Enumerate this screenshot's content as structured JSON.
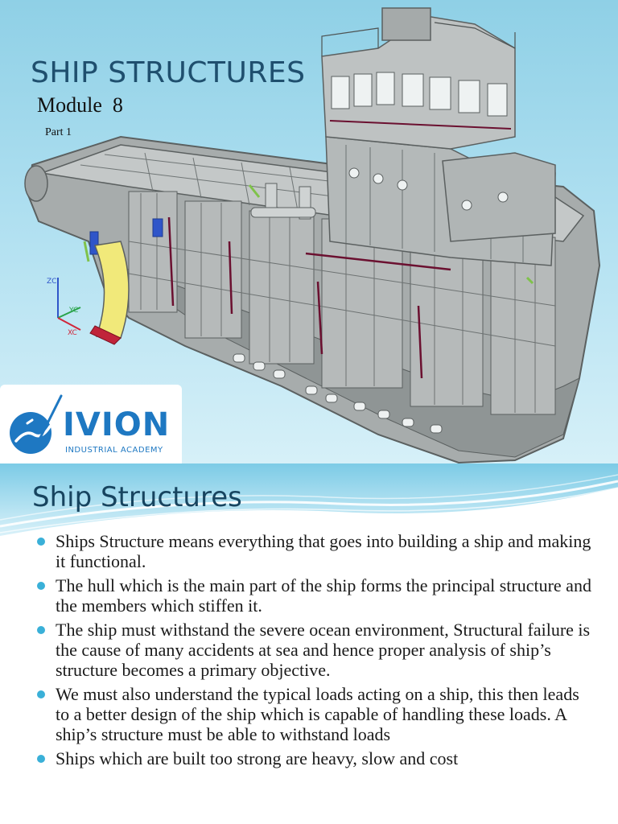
{
  "slide1": {
    "title": "SHIP STRUCTURES",
    "module": "Module  8",
    "part": "Part 1",
    "axis_labels": {
      "z": "ZC",
      "y": "YC",
      "x": "XC"
    },
    "logo": {
      "word": "IVION",
      "tagline": "INDUSTRIAL ACADEMY"
    },
    "colors": {
      "background": "#9fd8ec",
      "title": "#1f4f6e",
      "logo": "#1e78c2"
    }
  },
  "slide2": {
    "title": "Ship Structures",
    "bullets": [
      "Ships Structure means everything that goes into building a ship and making it functional.",
      "The hull which is the main part of the ship forms the principal structure and the members which stiffen it.",
      "The ship must withstand the severe ocean environment, Structural failure is the cause of many accidents at sea and hence proper analysis of ship’s structure becomes a primary objective.",
      "We must also understand the typical loads acting on a ship, this then leads to a better design of the ship which is capable of handling these loads. A ship’s structure must be able to withstand loads",
      "Ships which are built too strong are heavy, slow and cost"
    ],
    "colors": {
      "title": "#17445f",
      "bullet": "#3ab0d8",
      "band": "#7ccbe6"
    }
  }
}
